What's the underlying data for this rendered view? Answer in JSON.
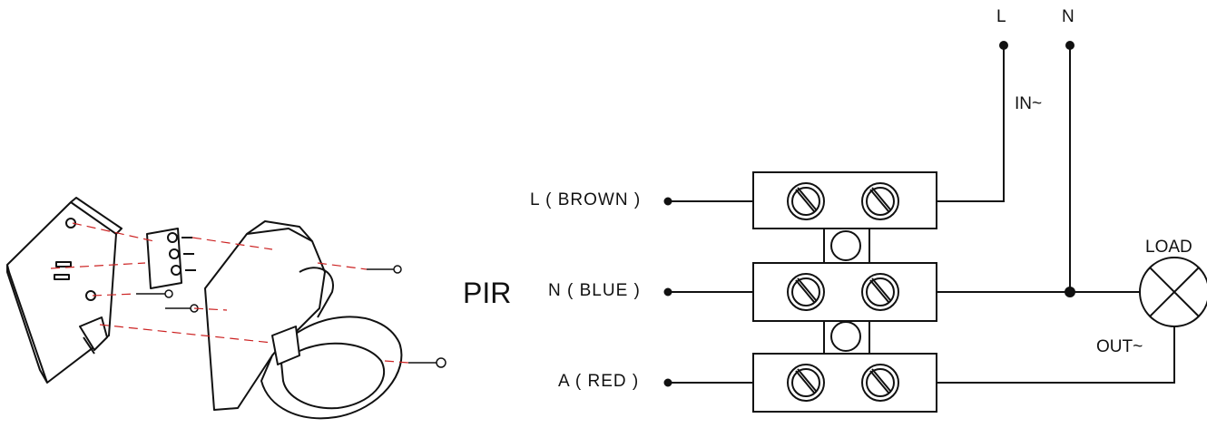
{
  "labels": {
    "pir": "PIR",
    "wire_l": "L ( BROWN )",
    "wire_n": "N ( BLUE )",
    "wire_a": "A ( RED )",
    "supply_l": "L",
    "supply_n": "N",
    "in": "IN~",
    "out": "OUT~",
    "load": "LOAD"
  },
  "colors": {
    "line": "#111111",
    "exploded_guides": "#cc2222"
  }
}
